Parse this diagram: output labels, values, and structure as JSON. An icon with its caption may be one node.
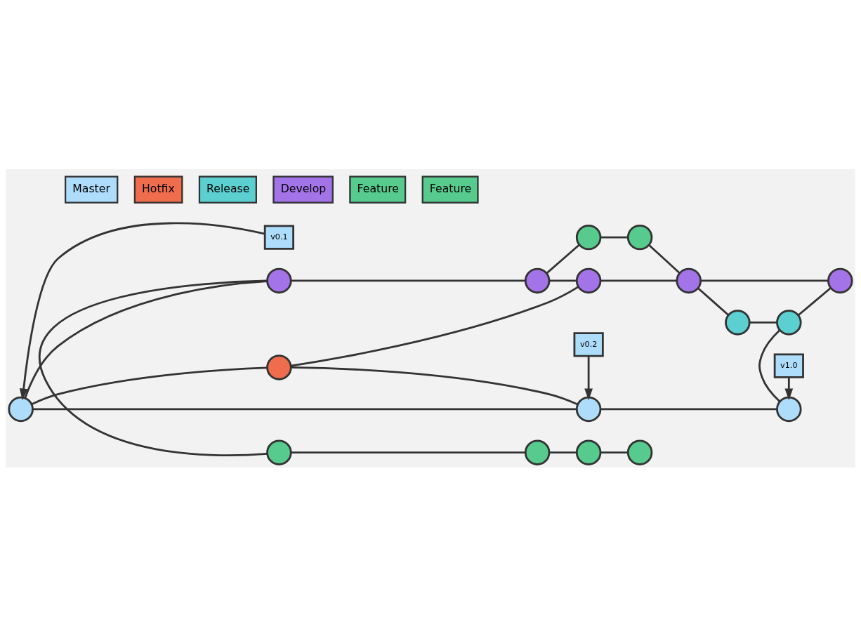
{
  "diagram": {
    "nodes": [
      {
        "text": [
          "v0.1"
        ]
      },
      {
        "text": [
          "v0.2"
        ]
      },
      {
        "text": [
          "v1.0"
        ]
      },
      {
        "text": [],
        "shape": "circle"
      },
      {
        "text": [],
        "shape": "circle"
      },
      {
        "text": [],
        "shape": "circle"
      },
      {
        "text": [],
        "shape": "circle"
      },
      {
        "text": [],
        "shape": "circle"
      },
      {
        "text": [],
        "shape": "circle"
      },
      {
        "text": [],
        "shape": "circle"
      },
      {
        "text": [],
        "shape": "circle"
      },
      {
        "text": [],
        "shape": "circle"
      },
      {
        "text": [],
        "shape": "circle"
      },
      {
        "text": [],
        "shape": "circle"
      },
      {
        "text": [],
        "shape": "circle"
      },
      {
        "text": [],
        "shape": "circle"
      },
      {
        "text": [],
        "shape": "circle"
      },
      {
        "text": [],
        "shape": "circle"
      },
      {
        "text": [],
        "shape": "circle"
      },
      {
        "text": [],
        "shape": "circle"
      }
    ],
    "edges": [
      {
        "from": 0,
        "to": 3,
        "arrow": "to"
      },
      {
        "from": 1,
        "to": 4,
        "arrow": "to"
      },
      {
        "from": 2,
        "to": 5,
        "arrow": "to"
      },
      {
        "from": 3,
        "to": 4,
        "arrow": "none"
      },
      {
        "from": 4,
        "to": 5,
        "arrow": "none"
      },
      {
        "from": 3,
        "to": 6,
        "arrow": "none"
      },
      {
        "from": 6,
        "to": 4,
        "arrow": "none"
      },
      {
        "from": 6,
        "to": 11,
        "arrow": "none"
      },
      {
        "from": 3,
        "to": 9,
        "arrow": "none"
      },
      {
        "from": 9,
        "to": 10,
        "arrow": "none"
      },
      {
        "from": 10,
        "to": 11,
        "arrow": "none"
      },
      {
        "from": 10,
        "to": 14,
        "arrow": "none"
      },
      {
        "from": 14,
        "to": 15,
        "arrow": "none"
      },
      {
        "from": 15,
        "to": 12,
        "arrow": "none"
      },
      {
        "from": 11,
        "to": 12,
        "arrow": "none"
      },
      {
        "from": 12,
        "to": 7,
        "arrow": "none"
      },
      {
        "from": 7,
        "to": 8,
        "arrow": "none"
      },
      {
        "from": 8,
        "to": 5,
        "arrow": "none"
      },
      {
        "from": 8,
        "to": 13,
        "arrow": "none"
      },
      {
        "from": 12,
        "to": 13,
        "arrow": "none"
      },
      {
        "from": 9,
        "to": 16,
        "arrow": "none"
      },
      {
        "from": 16,
        "to": 17,
        "arrow": "none"
      },
      {
        "from": 17,
        "to": 18,
        "arrow": "none"
      },
      {
        "from": 18,
        "to": 19,
        "arrow": "none"
      }
    ],
    "legend": [
      {
        "text": "Master",
        "color": "#aedcfb"
      },
      {
        "text": "Hotfix",
        "color": "#ef6c4d"
      },
      {
        "text": "Release",
        "color": "#5ccfd1"
      },
      {
        "text": "Develop",
        "color": "#a374e8"
      },
      {
        "text": "Feature",
        "color": "#57cb8d"
      },
      {
        "text": "Feature",
        "color": "#57cb8d"
      }
    ]
  }
}
